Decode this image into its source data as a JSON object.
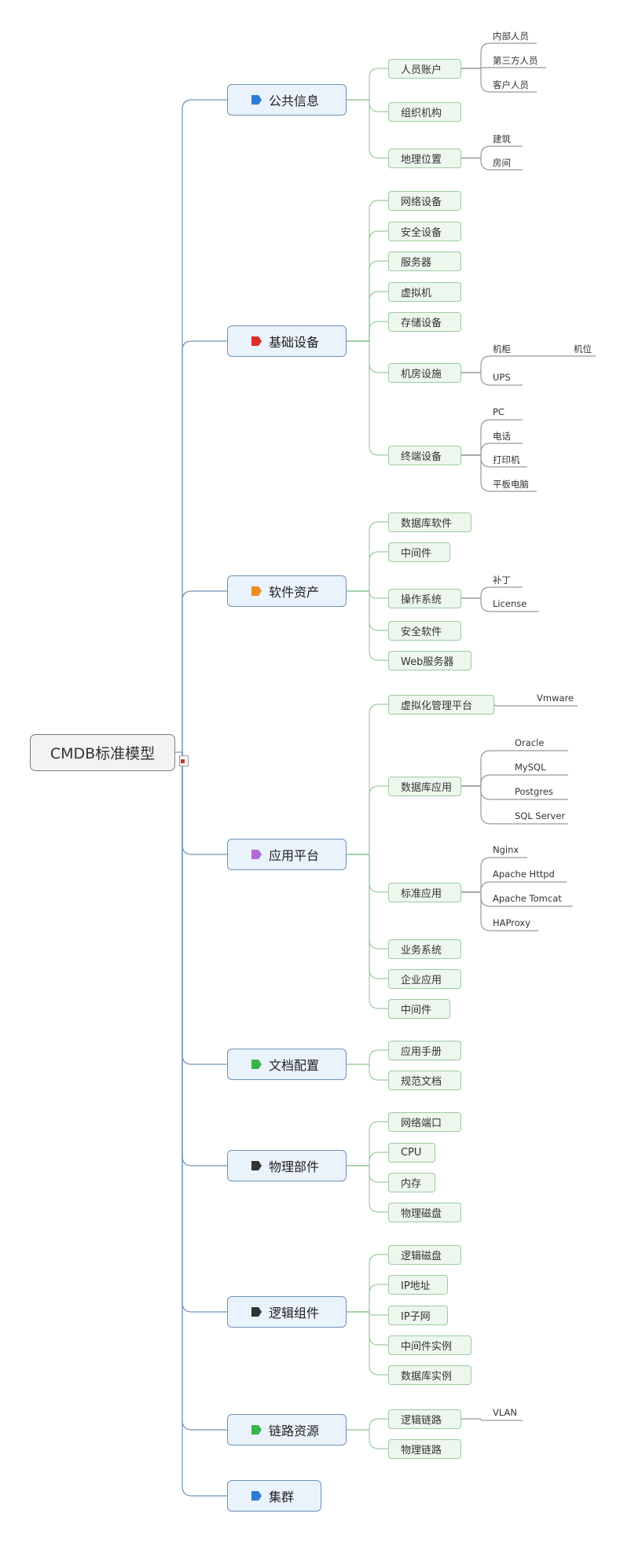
{
  "root": "CMDB标准模型",
  "branches": [
    {
      "label": "公共信息",
      "flag_color": "#2b7cd3",
      "subs": [
        {
          "label": "人员账户",
          "leaves": [
            "内部人员",
            "第三方人员",
            "客户人员"
          ]
        },
        {
          "label": "组织机构",
          "leaves": []
        },
        {
          "label": "地理位置",
          "leaves": [
            "建筑",
            "房间"
          ]
        }
      ]
    },
    {
      "label": "基础设备",
      "flag_color": "#d9302a",
      "subs": [
        {
          "label": "网络设备",
          "leaves": []
        },
        {
          "label": "安全设备",
          "leaves": []
        },
        {
          "label": "服务器",
          "leaves": []
        },
        {
          "label": "虚拟机",
          "leaves": []
        },
        {
          "label": "存储设备",
          "leaves": []
        },
        {
          "label": "机房设施",
          "leaves": [
            "机柜",
            "UPS"
          ],
          "extra": {
            "机柜": "机位"
          }
        },
        {
          "label": "终端设备",
          "leaves": [
            "PC",
            "电话",
            "打印机",
            "平板电脑"
          ]
        }
      ]
    },
    {
      "label": "软件资产",
      "flag_color": "#ef8c1e",
      "subs": [
        {
          "label": "数据库软件",
          "leaves": []
        },
        {
          "label": "中间件",
          "leaves": []
        },
        {
          "label": "操作系统",
          "leaves": [
            "补丁",
            "License"
          ]
        },
        {
          "label": "安全软件",
          "leaves": []
        },
        {
          "label": "Web服务器",
          "leaves": []
        }
      ]
    },
    {
      "label": "应用平台",
      "flag_color": "#b36ad6",
      "subs": [
        {
          "label": "虚拟化管理平台",
          "leaves": [
            "Vmware"
          ]
        },
        {
          "label": "数据库应用",
          "leaves": [
            "Oracle",
            "MySQL",
            "Postgres",
            "SQL Server"
          ]
        },
        {
          "label": "标准应用",
          "leaves": [
            "Nginx",
            "Apache Httpd",
            "Apache Tomcat",
            "HAProxy"
          ]
        },
        {
          "label": "业务系统",
          "leaves": []
        },
        {
          "label": "企业应用",
          "leaves": []
        },
        {
          "label": "中间件",
          "leaves": []
        }
      ]
    },
    {
      "label": "文档配置",
      "flag_color": "#3cb34a",
      "subs": [
        {
          "label": "应用手册",
          "leaves": []
        },
        {
          "label": "规范文档",
          "leaves": []
        }
      ]
    },
    {
      "label": "物理部件",
      "flag_color": "#333333",
      "subs": [
        {
          "label": "网络端口",
          "leaves": []
        },
        {
          "label": "CPU",
          "leaves": []
        },
        {
          "label": "内存",
          "leaves": []
        },
        {
          "label": "物理磁盘",
          "leaves": []
        }
      ]
    },
    {
      "label": "逻辑组件",
      "flag_color": "#333333",
      "subs": [
        {
          "label": "逻辑磁盘",
          "leaves": []
        },
        {
          "label": "IP地址",
          "leaves": []
        },
        {
          "label": "IP子网",
          "leaves": []
        },
        {
          "label": "中间件实例",
          "leaves": []
        },
        {
          "label": "数据库实例",
          "leaves": []
        }
      ]
    },
    {
      "label": "链路资源",
      "flag_color": "#3cb34a",
      "subs": [
        {
          "label": "逻辑链路",
          "leaves": [
            "VLAN"
          ]
        },
        {
          "label": "物理链路",
          "leaves": []
        }
      ]
    },
    {
      "label": "集群",
      "flag_color": "#2b7cd3",
      "subs": []
    }
  ]
}
